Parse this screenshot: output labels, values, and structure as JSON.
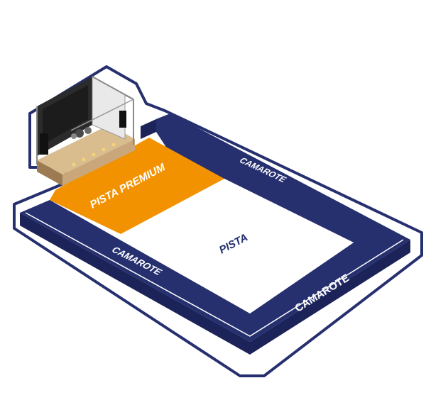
{
  "colors": {
    "navy": "#26306f",
    "navy_dark": "#1b2358",
    "orange": "#f39200",
    "orange_dark": "#c97400",
    "floor": "#ffffff",
    "outline": "#26306f"
  },
  "zones": {
    "camarote_top": "CAMAROTE",
    "camarote_left": "CAMAROTE",
    "camarote_right": "CAMAROTE",
    "pista": "PISTA",
    "pista_premium": "PISTA PREMIUM"
  },
  "stage": {
    "icon": "stage-icon"
  }
}
